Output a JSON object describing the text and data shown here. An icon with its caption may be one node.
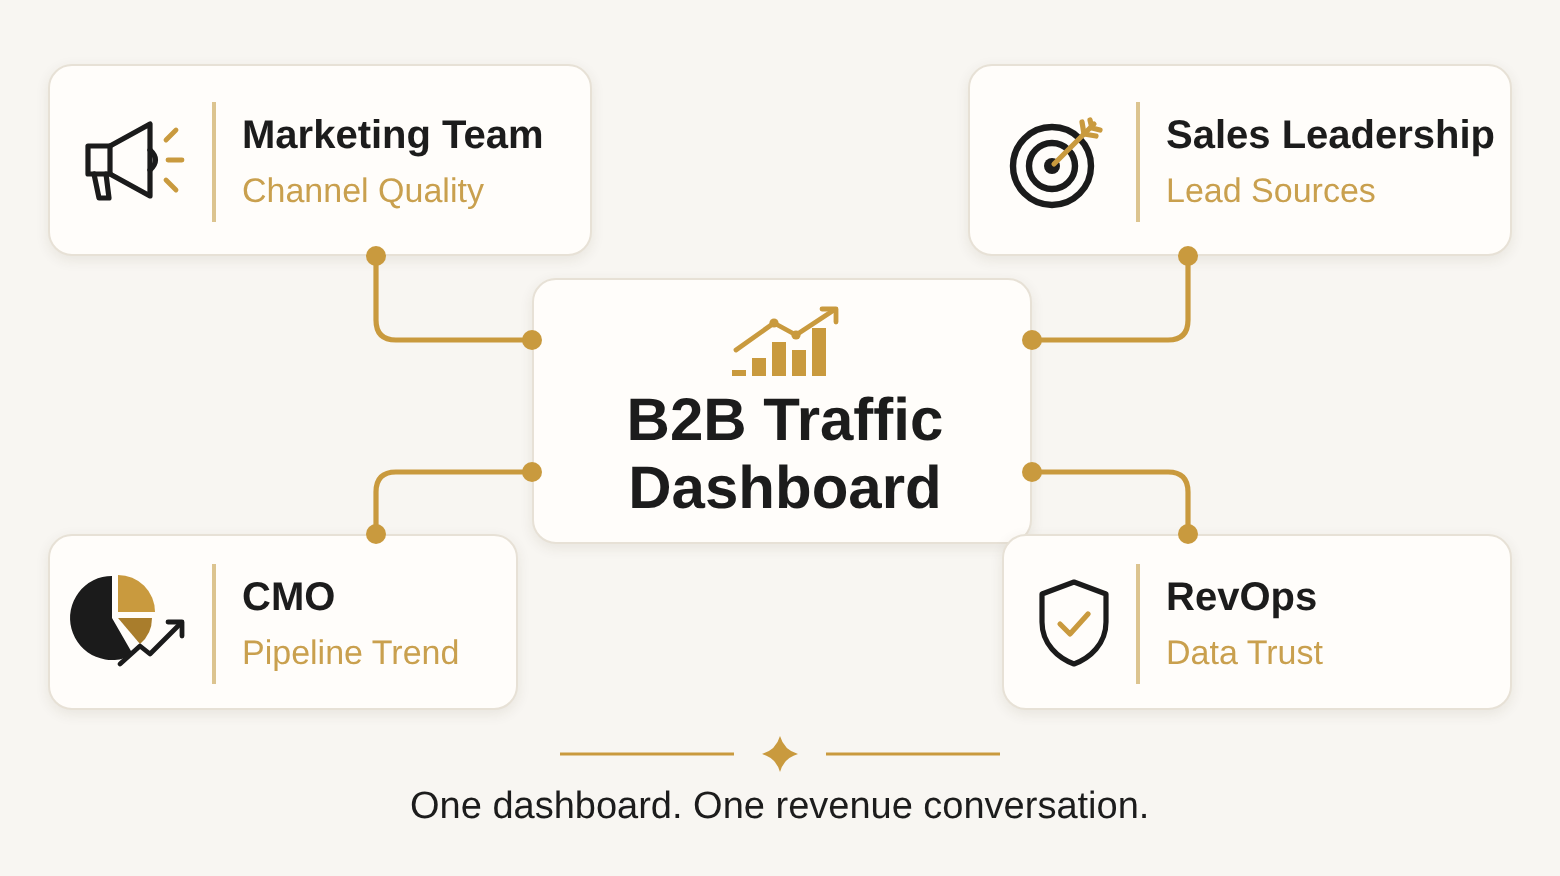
{
  "diagram": {
    "caption": "One dashboard. One revenue conversation.",
    "nodes": [
      {
        "text": [
          "Marketing Team",
          "Channel Quality"
        ]
      },
      {
        "text": [
          "Sales Leadership",
          "Lead Sources"
        ]
      },
      {
        "text": [
          "B2B Traffic Dashboard"
        ]
      },
      {
        "text": [
          "CMO",
          "Pipeline Trend"
        ]
      },
      {
        "text": [
          "RevOps",
          "Data Trust"
        ]
      }
    ],
    "edges": [
      {
        "from": 2,
        "to": 0,
        "arrow": "other"
      },
      {
        "from": 2,
        "to": 1,
        "arrow": "other"
      },
      {
        "from": 2,
        "to": 3,
        "arrow": "other"
      },
      {
        "from": 2,
        "to": 4,
        "arrow": "other"
      }
    ]
  }
}
